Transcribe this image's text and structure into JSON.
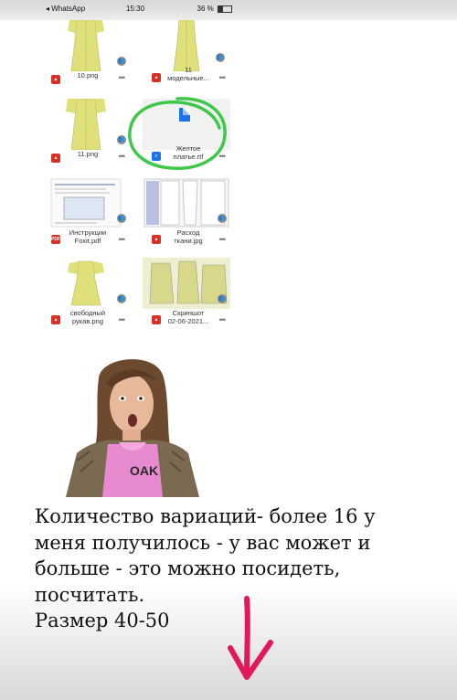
{
  "status_bar": {
    "carrier": "◂ WhatsApp",
    "time": "15:30",
    "battery": "36 %"
  },
  "files": [
    {
      "name": "10.png",
      "type": "image"
    },
    {
      "name": "11\nмодельные...",
      "type": "image"
    },
    {
      "name": "11.png",
      "type": "image"
    },
    {
      "name": "Желтое\nплатье.rtf",
      "type": "doc"
    },
    {
      "name": "Инструкции\nFoxit.pdf",
      "type": "pdf",
      "badge": "PDF"
    },
    {
      "name": "Расход\nткани.jpg",
      "type": "image"
    },
    {
      "name": "свободный\nрукав.png",
      "type": "image"
    },
    {
      "name": "Скриншот\n02-06-2021...",
      "type": "image"
    }
  ],
  "caption": {
    "line1": "Количество вариаций- более 16 у",
    "line2": "меня получилось - у вас может и",
    "line3": "больше - это можно посидеть,",
    "line4": "посчитать.",
    "line5": "Размер 40-50"
  },
  "shirt_text": "OAK",
  "colors": {
    "dress_yellow": "#dfe07a",
    "annotation_green": "#3ec84a",
    "arrow_pink": "#e2185b",
    "pdf_red": "#d93025",
    "doc_blue": "#1a73e8"
  }
}
